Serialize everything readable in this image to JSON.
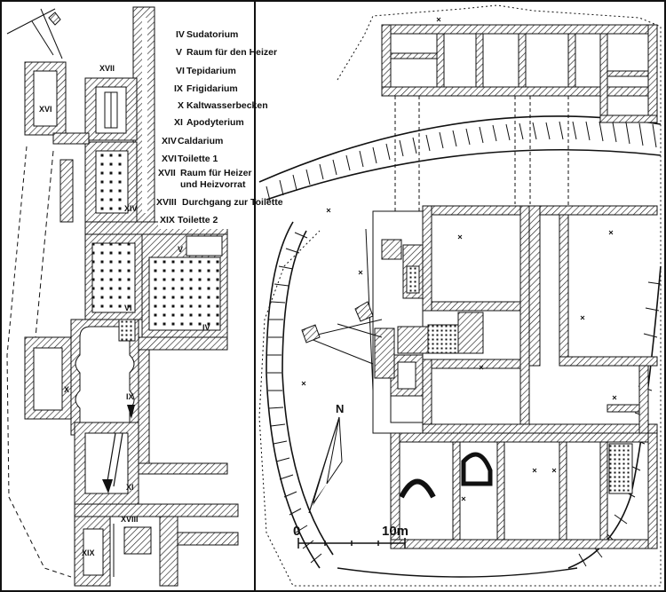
{
  "legend": [
    {
      "num": "IV",
      "label": "Sudatorium"
    },
    {
      "num": "V",
      "label": "Raum für den Heizer"
    },
    {
      "num": "VI",
      "label": "Tepidarium"
    },
    {
      "num": "IX",
      "label": "Frigidarium"
    },
    {
      "num": "X",
      "label": "Kaltwasserbecken"
    },
    {
      "num": "XI",
      "label": "Apodyterium"
    },
    {
      "num": "XIV",
      "label": "Caldarium"
    },
    {
      "num": "XVI",
      "label": "Toilette 1"
    },
    {
      "num": "XVII",
      "label": "Raum für Heizer"
    },
    {
      "num": "",
      "label": "und Heizvorrat"
    },
    {
      "num": "XVIII",
      "label": "Durchgang zur Toilette"
    },
    {
      "num": "XIX",
      "label": "Toilette 2"
    }
  ],
  "room_labels": {
    "xvi": "XVI",
    "xvii": "XVII",
    "xiv": "XIV",
    "v": "V",
    "vi": "VI",
    "iv": "IV",
    "x": "X",
    "ix": "IX",
    "xi": "XI",
    "xviii": "XVIII",
    "xix": "XIX"
  },
  "north": "N",
  "scale": {
    "start": "0",
    "end": "10m"
  },
  "colors": {
    "ink": "#111111",
    "hatch": "#333333",
    "paper": "#ffffff"
  }
}
